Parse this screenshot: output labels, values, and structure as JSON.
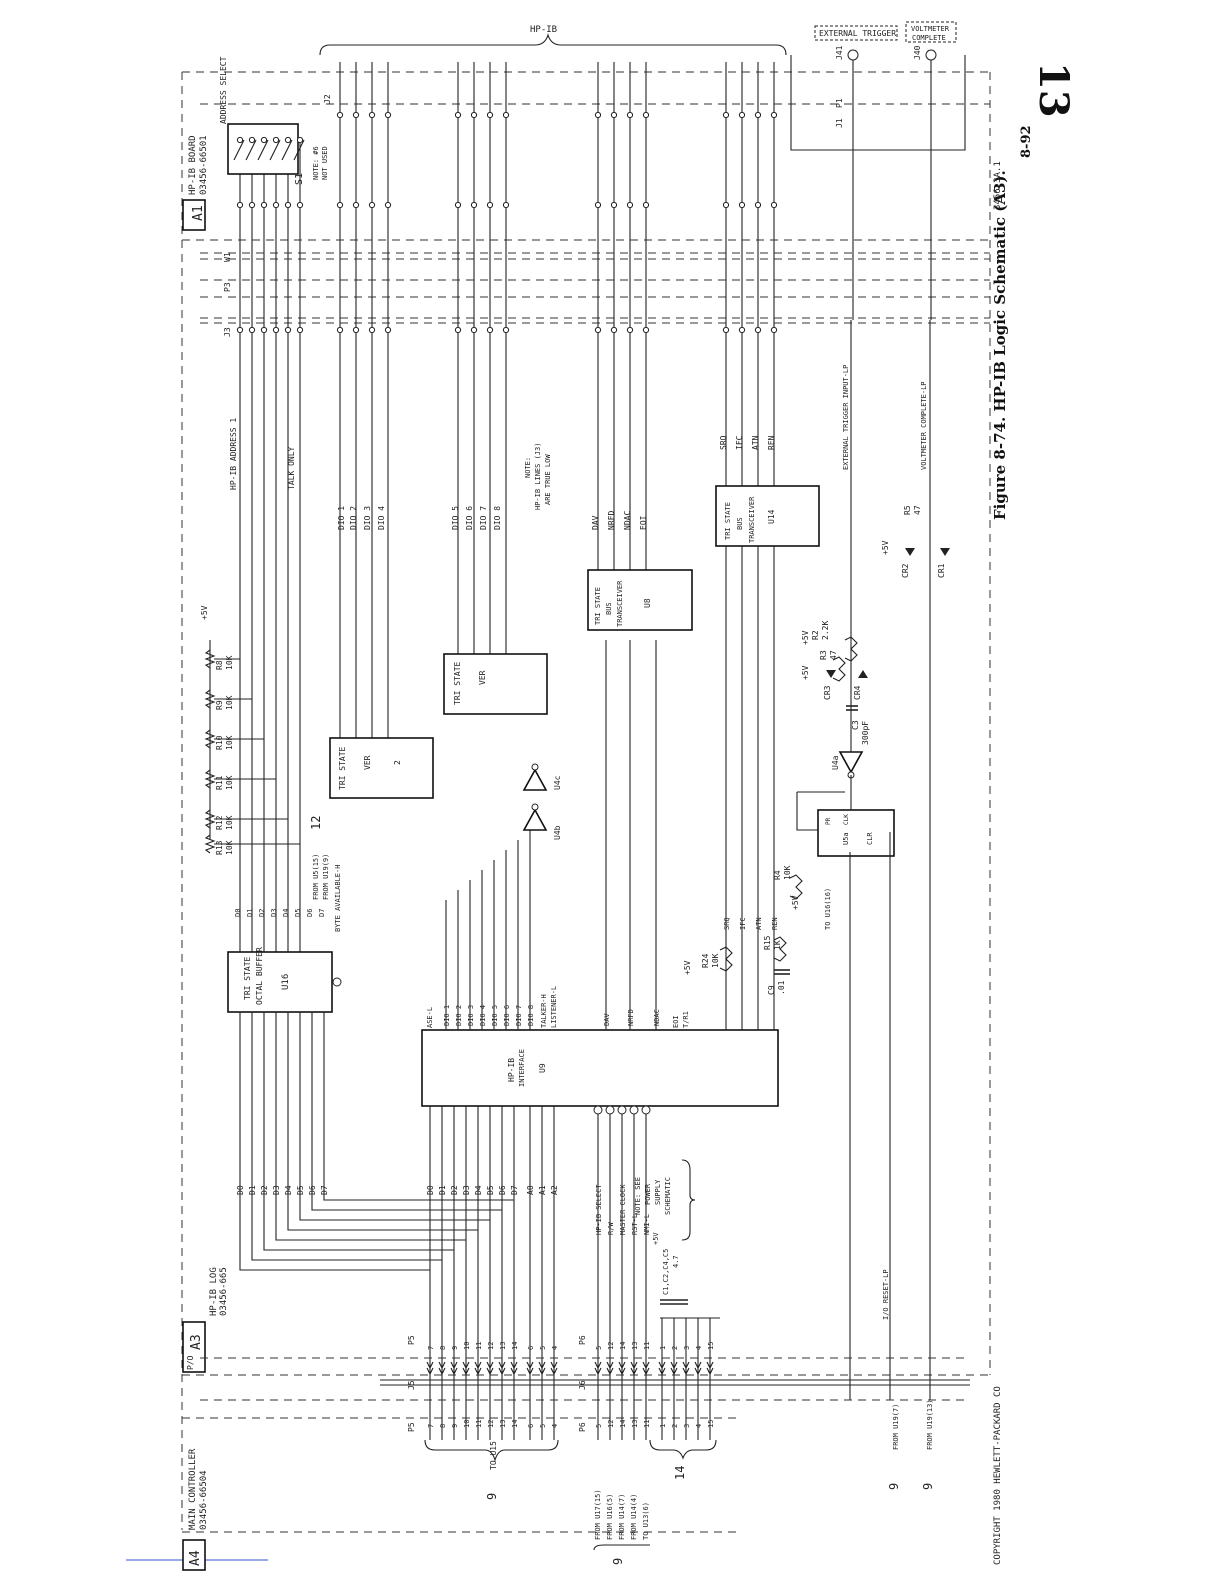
{
  "page": {
    "number_badge": "13",
    "figure_caption": "Figure 8-74.  HP-IB Logic Schematic (A3).",
    "page_number": "8-92",
    "drawing_number": "3456-3A.1",
    "copyright": "COPYRIGHT 1980 HEWLETT-PACKARD CO"
  },
  "assemblies": {
    "a1": {
      "ref": "A1",
      "line1": "HP-IB BOARD",
      "line2": "03456-66501"
    },
    "a3": {
      "pd": "P/O",
      "ref": "A3",
      "line1": "HP-IB LOG",
      "line2": "03456-665"
    },
    "a4": {
      "ref": "A4",
      "line1": "MAIN CONTROLLER",
      "line2": "03456-66504"
    }
  },
  "bus": {
    "label": "HP-IB",
    "ext_trigger": "EXTERNAL TRIGGER",
    "vm_complete_1": "VOLTMETER",
    "vm_complete_2": "COMPLETE"
  },
  "connectors": {
    "j2": "J2",
    "j3": "J3",
    "p3": "P3",
    "w1": "W1",
    "j1": "J1",
    "p1": "P1",
    "j41": "J41",
    "j40": "J40",
    "p5": "P5",
    "p6": "P6",
    "j5": "J5",
    "j6": "J6"
  },
  "switch": {
    "ref": "S1",
    "title": "ADDRESS SELECT",
    "note1": "NOTE: #6",
    "note2": "NOT USED"
  },
  "signals": {
    "address1": "HP-IB ADDRESS 1",
    "talk_only": "TALK ONLY",
    "dio": [
      "DIO 1",
      "DIO 2",
      "DIO 3",
      "DIO 4",
      "DIO 5",
      "DIO 6",
      "DIO 7",
      "DIO 8"
    ],
    "handshake": [
      "DAV",
      "NRFD",
      "NDAC",
      "EOI"
    ],
    "mgmt": [
      "SRQ",
      "IFC",
      "ATN",
      "REN"
    ],
    "ext_trigger_lp": "EXTERNAL TRIGGER INPUT-LP",
    "vm_complete_lp": "VOLTMETER COMPLETE-LP",
    "io_reset": "I/O RESET-LP",
    "byte_avail": "BYTE AVAILABLE-H",
    "from_u5": "FROM U5(15)",
    "from_u19": "FROM U19(9)",
    "ase": "ASE-L",
    "talker": "TALKER-H",
    "listener": "LISTENER-L",
    "ti_ro": "T/R1",
    "eoi_u9": "EOI"
  },
  "note_true_low": {
    "l1": "NOTE:",
    "l2": "HP-IB LINES (J3)",
    "l3": "ARE TRUE LOW"
  },
  "note_power": {
    "l1": "NOTE: SEE",
    "l2": "POWER",
    "l3": "SUPPLY",
    "l4": "SCHEMATIC"
  },
  "ics": {
    "u16": {
      "l1": "TRI STATE",
      "l2": "OCTAL BUFFER",
      "ref": "U16"
    },
    "u2": {
      "l1": "TRI STATE",
      "l2": "VER",
      "ref": "2"
    },
    "u7": {
      "l1": "TRI STATE",
      "l2": "VER"
    },
    "u8": {
      "l1": "TRI STATE",
      "l2": "BUS",
      "l3": "TRANSCEIVER",
      "ref": "U8"
    },
    "u14": {
      "l1": "TRI STATE",
      "l2": "BUS",
      "l3": "TRANSCEIVER",
      "ref": "U14"
    },
    "u9": {
      "l1": "HP-IB",
      "l2": "INTERFACE",
      "ref": "U9"
    },
    "u5a": {
      "ref": "U5a",
      "clr": "CLR",
      "clk": "CLK",
      "pr": "PR"
    },
    "u4a": "U4a",
    "u4b": "U4b",
    "u4c": "U4c"
  },
  "components": {
    "resistors": [
      {
        "ref": "R8",
        "val": "10K"
      },
      {
        "ref": "R9",
        "val": "10K"
      },
      {
        "ref": "R10",
        "val": "10K"
      },
      {
        "ref": "R11",
        "val": "10K"
      },
      {
        "ref": "R12",
        "val": "10K"
      },
      {
        "ref": "R13",
        "val": "10K"
      }
    ],
    "r2": {
      "ref": "R2",
      "val": "2.2K"
    },
    "r3": {
      "ref": "R3",
      "val": "47"
    },
    "r4": {
      "ref": "R4",
      "val": "10K"
    },
    "r5": {
      "ref": "R5",
      "val": "47"
    },
    "r15": {
      "ref": "R15",
      "val": "1K"
    },
    "r24": {
      "ref": "R24",
      "val": "10K"
    },
    "c3": {
      "ref": "C3",
      "val": "300pF"
    },
    "c9": {
      "ref": "C9",
      "val": ".01"
    },
    "c1": {
      "ref": "C1,C2,C4,C5",
      "val": "4.7"
    },
    "cr1": "CR1",
    "cr2": "CR2",
    "cr3": "CR3",
    "cr4": "CR4",
    "plus5v": "+5V"
  },
  "u9_lower": [
    "D0",
    "D1",
    "D2",
    "D3",
    "D4",
    "D5",
    "D6",
    "D7",
    "A0",
    "A1",
    "A2"
  ],
  "u9_ctrl": [
    "HP-IB SELECT",
    "R/W",
    "MASTER CLOCK",
    "RST-L",
    "NMI-L"
  ],
  "p5_pins": [
    "7",
    "8",
    "9",
    "10",
    "11",
    "12",
    "13",
    "14",
    "6",
    "5",
    "4"
  ],
  "p6_pins": [
    "5",
    "12",
    "14",
    "13",
    "11"
  ],
  "p6_gnd_pins": [
    "1",
    "2",
    "3",
    "4",
    "15"
  ],
  "a4_labels": {
    "to_u15": "TO U15",
    "from_u17": "FROM U17(15)",
    "from_u16": "FROM U16(5)",
    "from_u14": "FROM U14(7)",
    "from_u14b": "FROM U14(4)",
    "to_u13": "TO U13(6)",
    "from_u19_7": "FROM U19(7)",
    "from_u19_13": "FROM U19(13)",
    "to_u16": "TO U16(16)",
    "sheet9": "9",
    "sheet14": "14",
    "sheet12": "12"
  }
}
